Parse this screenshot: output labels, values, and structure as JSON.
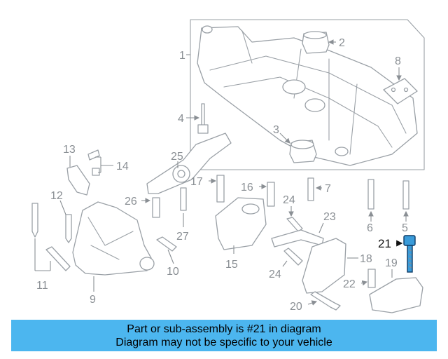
{
  "callouts": {
    "c1": "1",
    "c2": "2",
    "c3": "3",
    "c4": "4",
    "c5": "5",
    "c6": "6",
    "c7": "7",
    "c8": "8",
    "c9": "9",
    "c10": "10",
    "c11": "11",
    "c12": "12",
    "c13": "13",
    "c14": "14",
    "c15": "15",
    "c16": "16",
    "c17": "17",
    "c18": "18",
    "c19": "19",
    "c20": "20",
    "c21": "21",
    "c22": "22",
    "c23": "23",
    "c24a": "24",
    "c24b": "24",
    "c25": "25",
    "c26": "26",
    "c27": "27"
  },
  "highlight": {
    "part": "21",
    "color": "#3a9bd9"
  },
  "banner": {
    "line1": "Part or sub-assembly is #21 in diagram",
    "line2": "Diagram may not be specific to your vehicle",
    "background": "#4cb6ef"
  }
}
